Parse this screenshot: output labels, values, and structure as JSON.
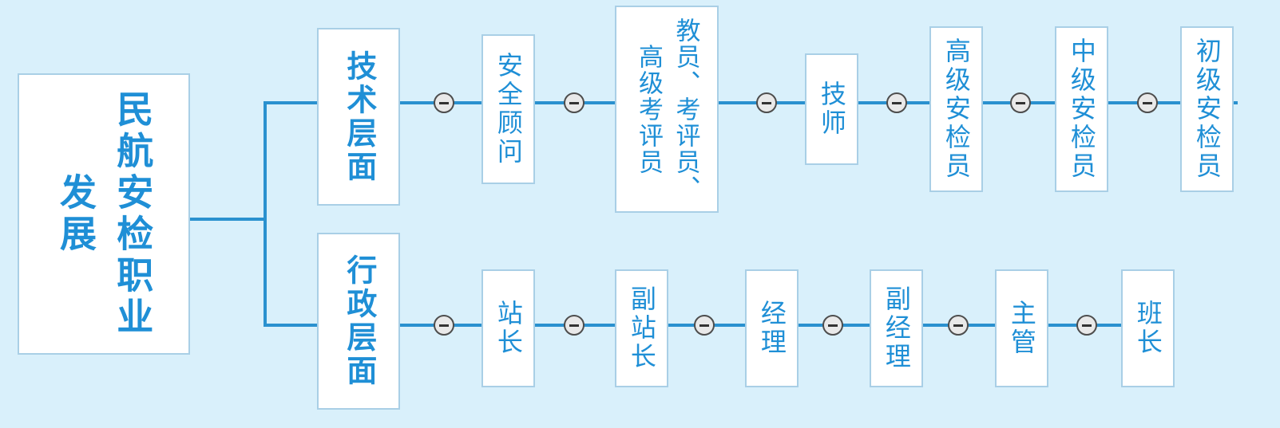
{
  "title": "民航安检职业发展",
  "branches": [
    {
      "label": "技术层面",
      "nodes": [
        "安全顾问",
        "教员、考评员、高级考评员",
        "技师",
        "高级安检员",
        "中级安检员",
        "初级安检员"
      ]
    },
    {
      "label": "行政层面",
      "nodes": [
        "站长",
        "副站长",
        "经理",
        "副经理",
        "主管",
        "班长"
      ]
    }
  ]
}
